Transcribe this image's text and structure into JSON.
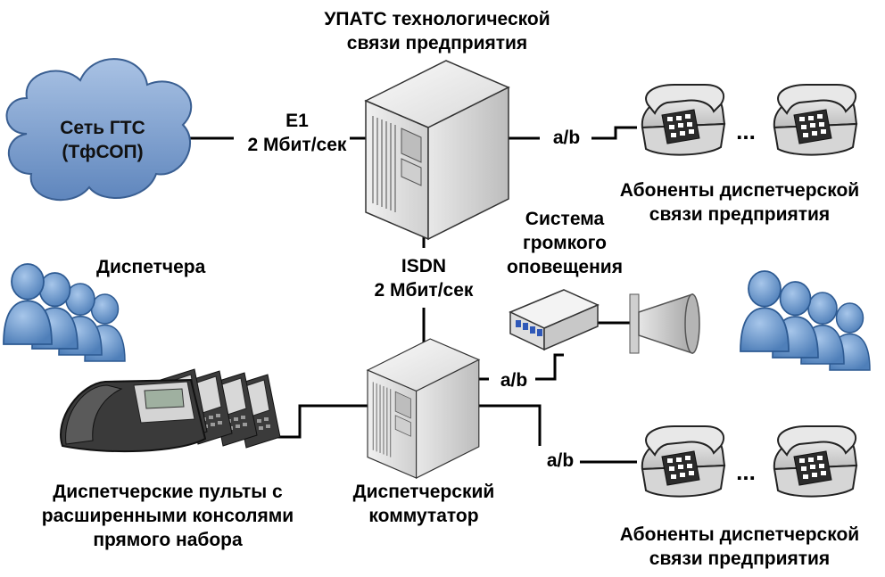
{
  "labels": {
    "pbx_title_1": "УПАТС технологической",
    "pbx_title_2": "связи предприятия",
    "cloud_1": "Сеть ГТС",
    "cloud_2": "(ТфСОП)",
    "e1_1": "E1",
    "e1_2": "2 Мбит/сек",
    "ab_top": "a/b",
    "subs_top_1": "Абоненты диспетчерской",
    "subs_top_2": "связи предприятия",
    "pa_1": "Система",
    "pa_2": "громкого",
    "pa_3": "оповещения",
    "isdn_1": "ISDN",
    "isdn_2": "2 Мбит/сек",
    "dispatchers": "Диспетчера",
    "ab_mid": "a/b",
    "ab_bottom": "a/b",
    "consoles_1": "Диспетчерские пульты с",
    "consoles_2": "расширенными консолями",
    "consoles_3": "прямого набора",
    "switch_1": "Диспетчерский",
    "switch_2": "коммутатор",
    "subs_bot_1": "Абоненты диспетчерской",
    "subs_bot_2": "связи предприятия",
    "ellipsis_top": "...",
    "ellipsis_bot": "..."
  },
  "colors": {
    "cloud_fill": "#7fa3cf",
    "people_fill": "#6d9bd0",
    "server_face": "#eaeaea",
    "line": "#000000"
  },
  "icons": [
    "cloud-icon",
    "server-icon",
    "telephone-icon",
    "people-icon",
    "amplifier-icon",
    "loudspeaker-icon",
    "console-phone-icon"
  ]
}
